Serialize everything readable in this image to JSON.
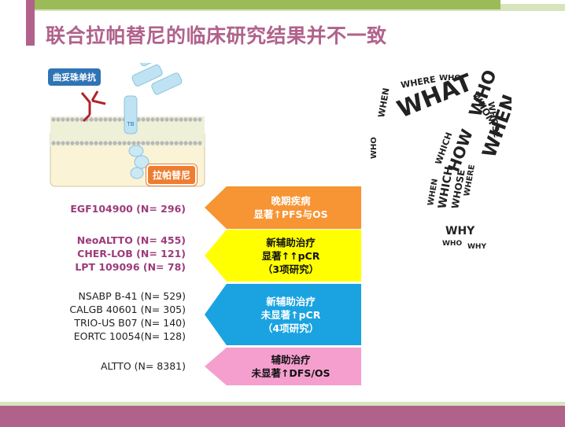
{
  "slide": {
    "title": "联合拉帕替尼的临床研究结果并不一致",
    "colors": {
      "accent_purple": "#b0628b",
      "accent_green": "#9bbb59",
      "orange": "#f79433",
      "yellow": "#ffff00",
      "blue": "#1aa3e0",
      "pink": "#f59fcf"
    }
  },
  "illustration": {
    "antibody_label": "曲妥珠单抗",
    "tki_label": "拉帕替尼",
    "receptor_text": "TB",
    "icons": [
      "antibody-icon",
      "cell-membrane-icon",
      "receptor-icon"
    ]
  },
  "groups": [
    {
      "trials": [
        "EGF104900 (N= 296)"
      ],
      "style": "purple",
      "result": [
        "晚期疾病",
        "显著↑PFS与OS"
      ]
    },
    {
      "trials": [
        "NeoALTTO (N= 455)",
        "CHER-LOB (N= 121)",
        "LPT 109096 (N= 78)"
      ],
      "style": "purple",
      "result": [
        "新辅助治疗",
        "显著↑↑pCR",
        "（3项研究）"
      ]
    },
    {
      "trials": [
        "NSABP B-41 (N= 529)",
        "CALGB 40601 (N= 305)",
        "TRIO-US B07 (N= 140)",
        "EORTC 10054(N= 128)"
      ],
      "style": "dark",
      "result": [
        "新辅助治疗",
        "未显著↑pCR",
        "（4项研究）"
      ]
    },
    {
      "trials": [
        "ALTTO (N= 8381)"
      ],
      "style": "dark",
      "result": [
        "辅助治疗",
        "未显著↑DFS/OS"
      ]
    }
  ],
  "wordcloud": {
    "icon": "question-mark-wordcloud-icon",
    "words": [
      "WHAT",
      "WHO",
      "WHEN",
      "HOW",
      "WHY",
      "WHERE",
      "WHOSE",
      "WHICH",
      "WHOM"
    ]
  }
}
